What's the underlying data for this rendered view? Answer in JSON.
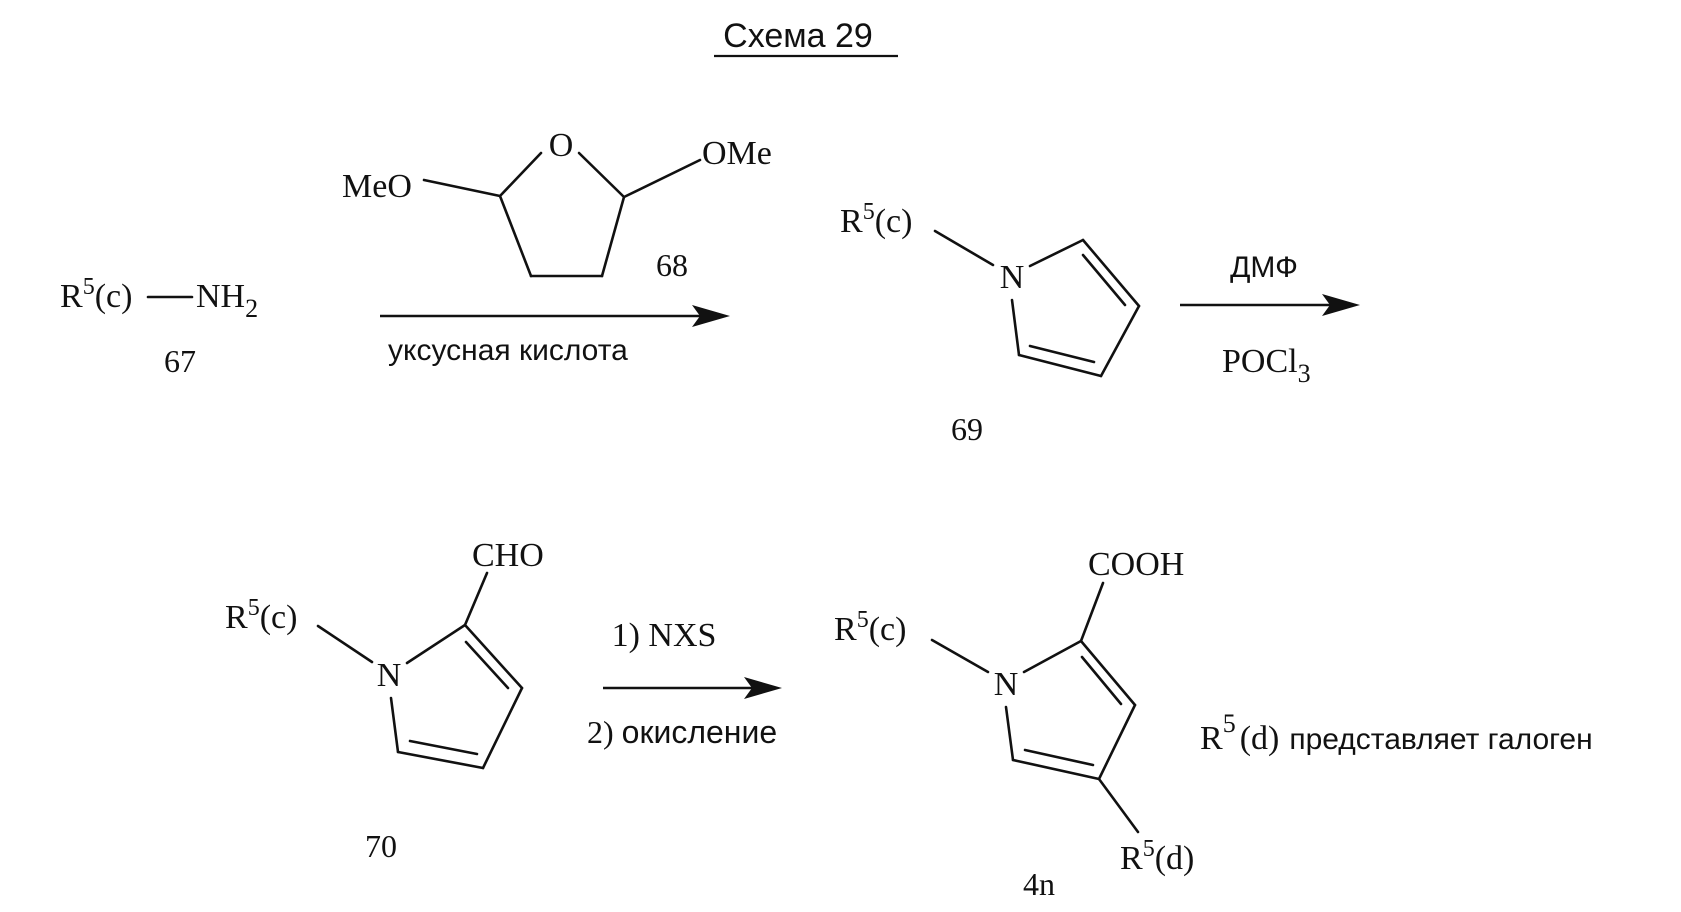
{
  "title": "Схема 29",
  "step1": {
    "amine_r": "R",
    "amine_sup": "5",
    "amine_sub": "(c)",
    "amine_group": "NH",
    "amine_h_sub": "2",
    "amine_num": "67",
    "reagent_o": "O",
    "reagent_meo": "MeO",
    "reagent_ome": "OMe",
    "reagent_num": "68",
    "condition": "уксусная кислота"
  },
  "compound69": {
    "r": "R",
    "sup": "5",
    "sub": "(c)",
    "n": "N",
    "num": "69"
  },
  "step2": {
    "reagent_top": "ДМФ",
    "reagent_bottom_main": "POCl",
    "reagent_bottom_sub": "3"
  },
  "compound70": {
    "r": "R",
    "sup": "5",
    "sub": "(c)",
    "n": "N",
    "group": "CHO",
    "num": "70"
  },
  "step3": {
    "line1": "1) NXS",
    "line2_prefix": "2) ",
    "line2_text": "окисление"
  },
  "compound4n": {
    "r": "R",
    "sup": "5",
    "sub": "(c)",
    "n": "N",
    "group": "COOH",
    "r_d": "R",
    "r_d_sup": "5",
    "r_d_sub": "(d)",
    "num": "4n"
  },
  "note": {
    "r": "R",
    "sup": "5",
    "sub": "(d)",
    "text": "представляет галоген"
  }
}
